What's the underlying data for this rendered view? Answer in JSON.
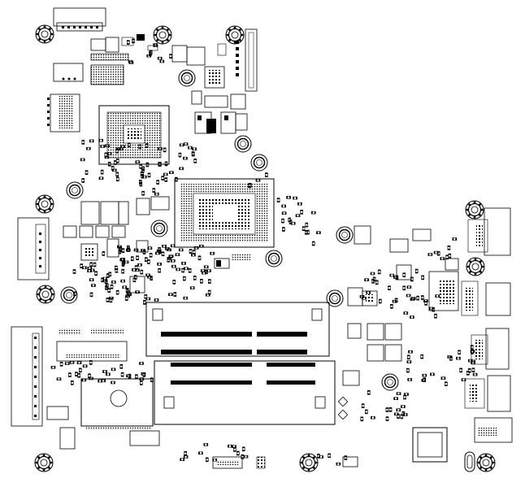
{
  "diagram": {
    "type": "pcb-silkscreen-layout",
    "background": "#ffffff",
    "ink": "#000000",
    "labels": {
      "memory_top_label": "",
      "memory_bottom_label": ""
    },
    "components": [
      {
        "name": "mounting-hole-top-left",
        "kind": "mounting-hole"
      },
      {
        "name": "mounting-hole-top-left-2",
        "kind": "mounting-hole"
      },
      {
        "name": "mounting-hole-top-center",
        "kind": "mounting-hole"
      },
      {
        "name": "mounting-hole-left-mid",
        "kind": "mounting-hole"
      },
      {
        "name": "mounting-hole-right-mid",
        "kind": "mounting-hole"
      },
      {
        "name": "mounting-hole-bottom-left",
        "kind": "mounting-hole"
      },
      {
        "name": "mounting-hole-bottom-center-left",
        "kind": "mounting-hole"
      },
      {
        "name": "mounting-hole-bottom-center",
        "kind": "mounting-hole"
      },
      {
        "name": "mounting-hole-bottom-right",
        "kind": "mounting-hole"
      },
      {
        "name": "cpu-bga-socket",
        "kind": "bga"
      },
      {
        "name": "pch-chip",
        "kind": "bga-large"
      },
      {
        "name": "sodimm-slot-upper",
        "kind": "memory-slot"
      },
      {
        "name": "sodimm-slot-lower",
        "kind": "memory-slot"
      },
      {
        "name": "usb-port-right-1",
        "kind": "port"
      },
      {
        "name": "usb-port-right-2",
        "kind": "port"
      },
      {
        "name": "usb-port-right-3",
        "kind": "port"
      },
      {
        "name": "usb-port-right-4",
        "kind": "port"
      },
      {
        "name": "left-connector-block",
        "kind": "connector"
      },
      {
        "name": "bottom-left-connector",
        "kind": "connector"
      },
      {
        "name": "bottom-ic-square",
        "kind": "ic"
      }
    ]
  }
}
